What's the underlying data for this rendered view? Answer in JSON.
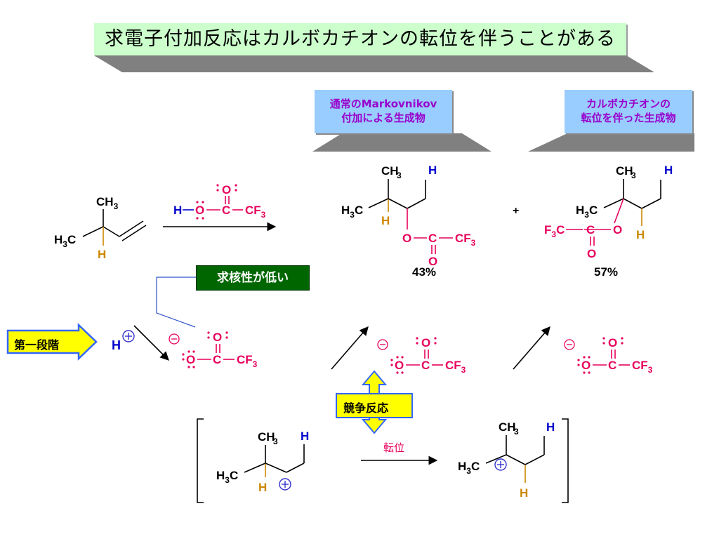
{
  "title": "求電子付加反応はカルボカチオンの転位を伴うことがある",
  "labels": {
    "markovnikov_line1": "通常のMarkovnikov",
    "markovnikov_line2": "付加による生成物",
    "rearranged_line1": "カルボカチオンの",
    "rearranged_line2": "転位を伴った生成物",
    "nucleophile_note": "求核性が低い",
    "first_step": "第一段階",
    "competition": "競争反応",
    "rearrangement": "転位"
  },
  "yields": {
    "markovnikov": "43%",
    "rearranged": "57%"
  },
  "reaction": {
    "plus": "+"
  },
  "chem": {
    "ch3": "CH",
    "h3c": "H",
    "sub3": "3",
    "c": "C",
    "h": "H",
    "o": "O",
    "cf3": "CF",
    "f3c": "F",
    "dash": "—"
  },
  "colors": {
    "title_bg": "#ccffcc",
    "label_bg": "#99ccff",
    "label_text": "#9900cc",
    "note_bg": "#006600",
    "arrow_box_fill": "#ffff00",
    "arrow_box_stroke": "#3366ff",
    "reagent": "#e6005c",
    "hydrogen_blue": "#0000cc",
    "hydrogen_orange": "#cc8800",
    "cation": "#3333cc"
  }
}
